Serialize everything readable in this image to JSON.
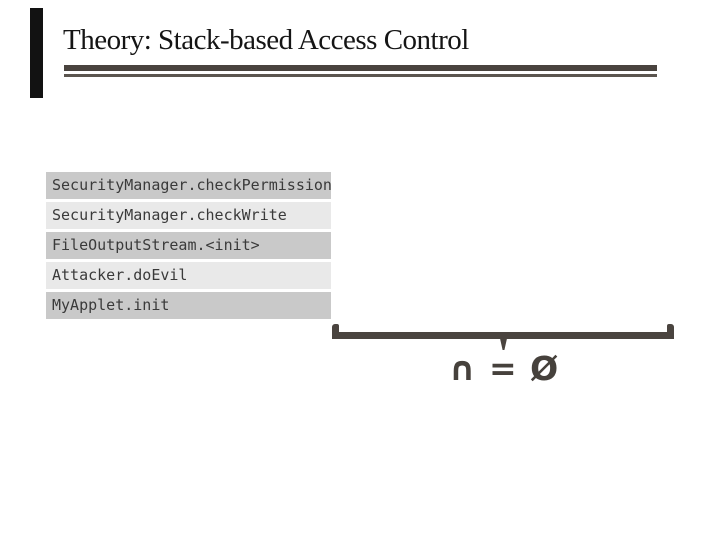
{
  "slide": {
    "title": "Theory: Stack-based Access Control"
  },
  "call_stack": {
    "frames": [
      {
        "label": "SecurityManager.checkPermission",
        "shade": "dark"
      },
      {
        "label": "SecurityManager.checkWrite",
        "shade": "light"
      },
      {
        "label": "FileOutputStream.<init>",
        "shade": "dark"
      },
      {
        "label": "Attacker.doEvil",
        "shade": "light"
      },
      {
        "label": "MyApplet.init",
        "shade": "dark"
      }
    ]
  },
  "annotation": {
    "formula": "∩ = Ø"
  },
  "colors": {
    "frame_dark_bg": "#c9c9c9",
    "frame_light_bg": "#e9e9e9",
    "frame_text": "#3a3a3a",
    "rule_accent": "#49433e",
    "brace_accent": "#4a443f",
    "corner_mark": "#121212",
    "title_text": "#151515",
    "background": "#ffffff"
  }
}
